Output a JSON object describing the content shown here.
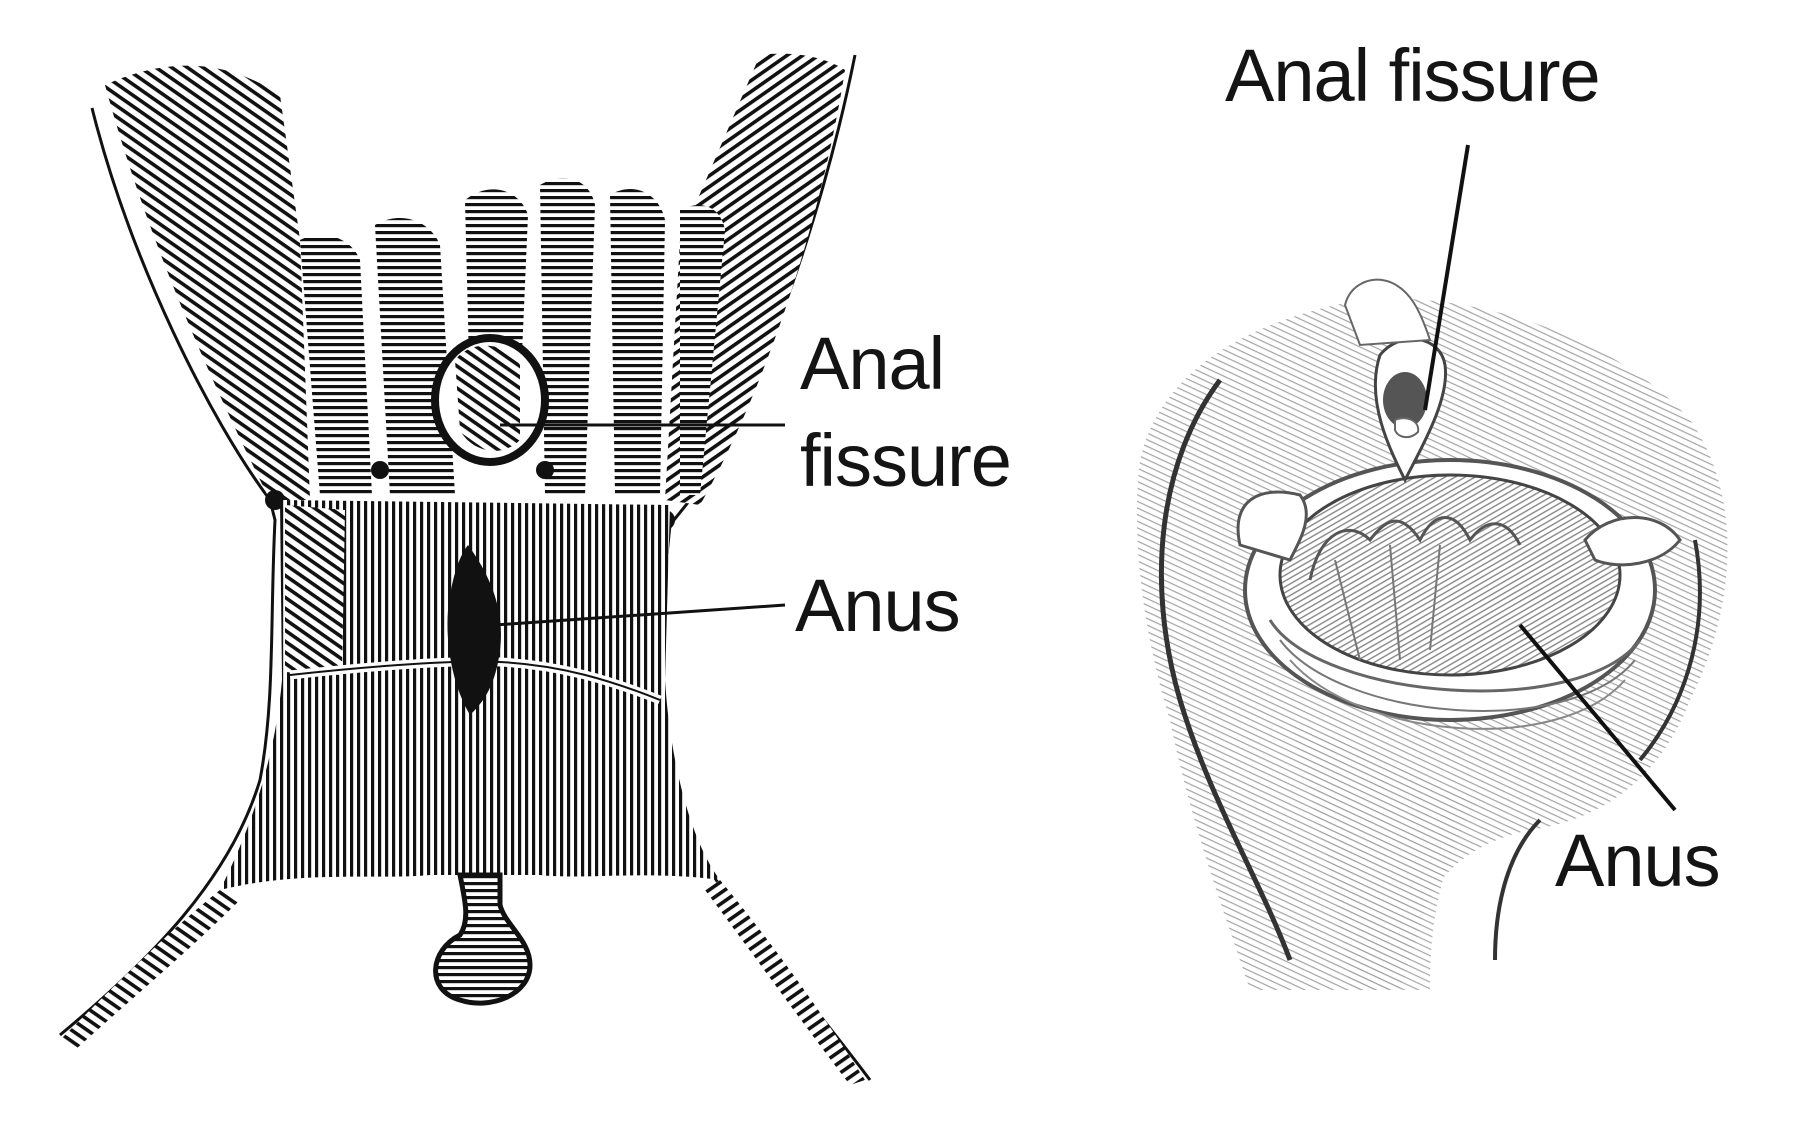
{
  "diagram": {
    "left_figure": {
      "description": "Line-drawing of anal canal opened flat showing fissure and anus",
      "labels": {
        "fissure_line1": "Anal",
        "fissure_line2": "fissure",
        "anus": "Anus"
      }
    },
    "right_figure": {
      "description": "Pencil sketch of anal opening showing fissure and anus",
      "labels": {
        "fissure": "Anal fissure",
        "anus": "Anus"
      }
    },
    "colors": {
      "ink": "#141414",
      "sketch": "#6e6e6e",
      "background": "#ffffff"
    }
  }
}
